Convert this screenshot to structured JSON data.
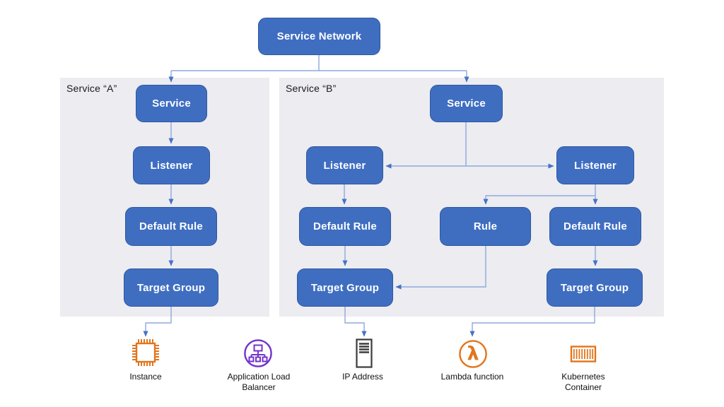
{
  "colors": {
    "node_fill": "#3F6EC1",
    "node_border": "#2E579E",
    "connector_line": "#8FA9DC",
    "arrow_head": "#4472C4",
    "panel_background": "#ECECF1",
    "aws_orange_icon": "#E2751D",
    "alb_purple_icon": "#7233C9",
    "ip_icon_dark": "#3B3B3B"
  },
  "service_network": {
    "label": "Service Network"
  },
  "panel_a": {
    "label": "Service “A”",
    "service": "Service",
    "listener": "Listener",
    "default_rule": "Default Rule",
    "target_group": "Target Group"
  },
  "panel_b": {
    "label": "Service “B”",
    "service": "Service",
    "listener_left": "Listener",
    "listener_right": "Listener",
    "default_rule_left": "Default Rule",
    "rule": "Rule",
    "default_rule_right": "Default Rule",
    "target_group_left": "Target Group",
    "target_group_right": "Target Group"
  },
  "targets": [
    {
      "icon": "ec2-instance-icon",
      "label": "Instance"
    },
    {
      "icon": "application-load-balancer-icon",
      "label": "Application Load\nBalancer"
    },
    {
      "icon": "ip-address-icon",
      "label": "IP Address"
    },
    {
      "icon": "lambda-function-icon",
      "label": "Lambda function",
      "glyph": "λ"
    },
    {
      "icon": "kubernetes-container-icon",
      "label": "Kubernetes\nContainer"
    }
  ]
}
